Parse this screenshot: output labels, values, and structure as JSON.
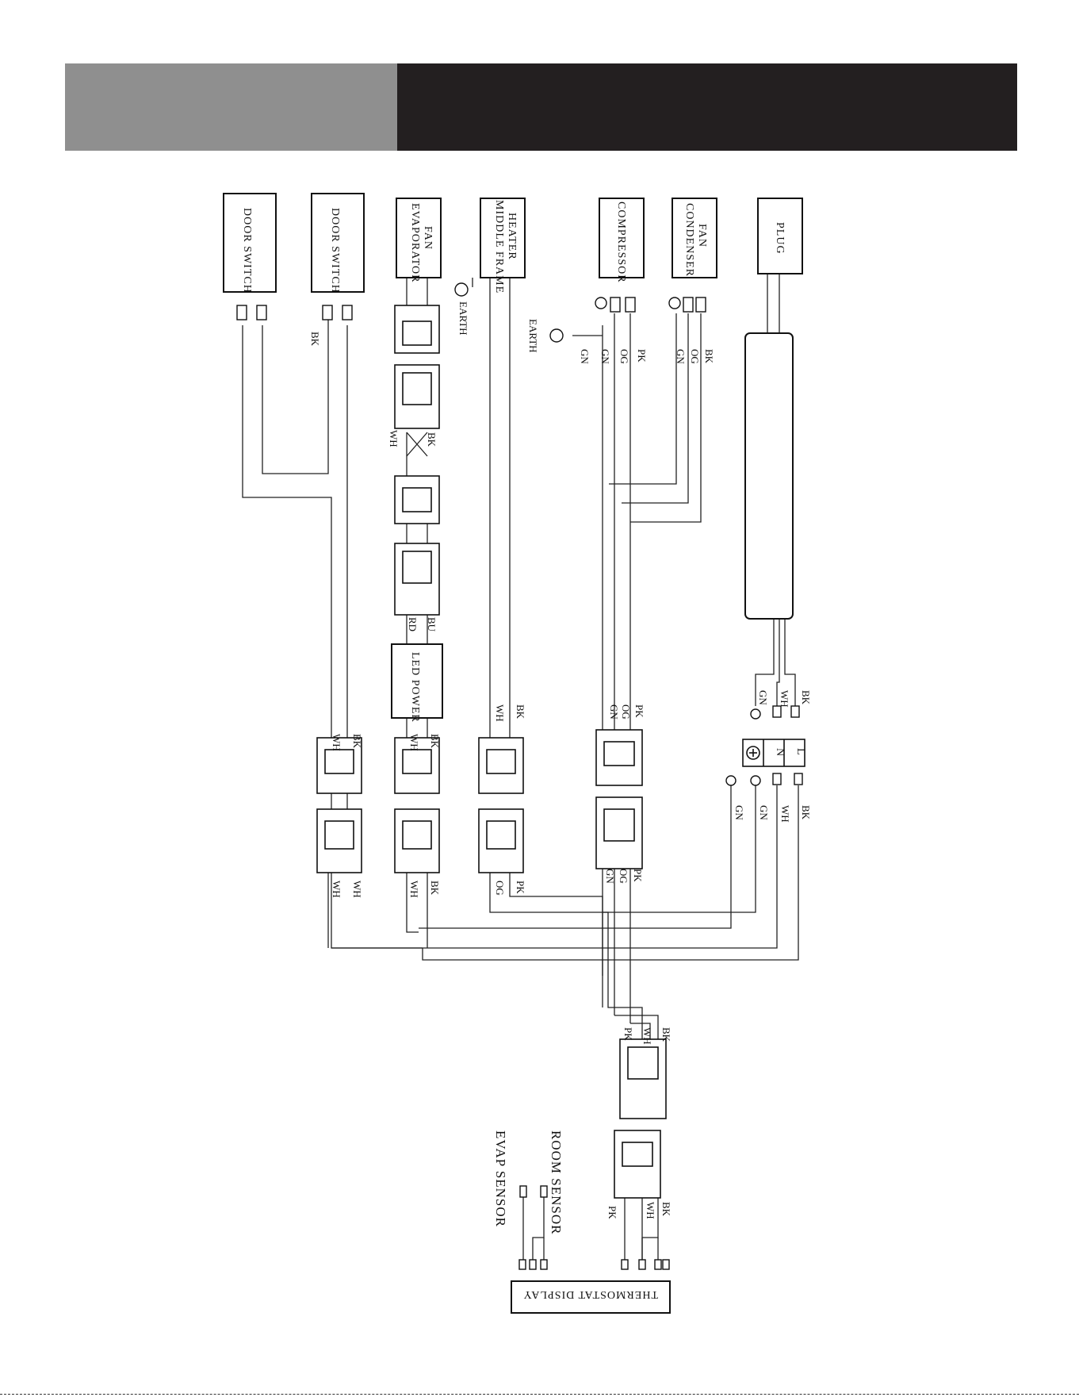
{
  "header": {
    "left_color": "#8f8f8f",
    "right_color": "#231f20"
  },
  "components": {
    "door_switch_1": "DOOR SWITCH",
    "door_switch_2": "DOOR SWITCH",
    "evaporator_fan": [
      "EVAPORATOR",
      "FAN"
    ],
    "middle_frame_heater": [
      "MIDDLE FRAME",
      "HEATER"
    ],
    "compressor": "COMPRESSOR",
    "condenser_fan": [
      "CONDENSER",
      "FAN"
    ],
    "plug": "PLUG",
    "led_power": "LED POWER",
    "thermostat_display": "THERMOSTAT DISPLAY",
    "room_sensor": "ROOM SENSOR",
    "evap_sensor": "EVAP SENSOR",
    "earth_1": "EARTH",
    "earth_2": "EARTH"
  },
  "terminal_block": {
    "pins": [
      "L",
      "N"
    ]
  },
  "wire_labels": {
    "bk": "BK",
    "wh": "WH",
    "gn": "GN",
    "pk": "PK",
    "og": "OG",
    "rd": "RD",
    "bu": "BU",
    "wh_alt": "WH",
    "og_alt": "OG"
  }
}
